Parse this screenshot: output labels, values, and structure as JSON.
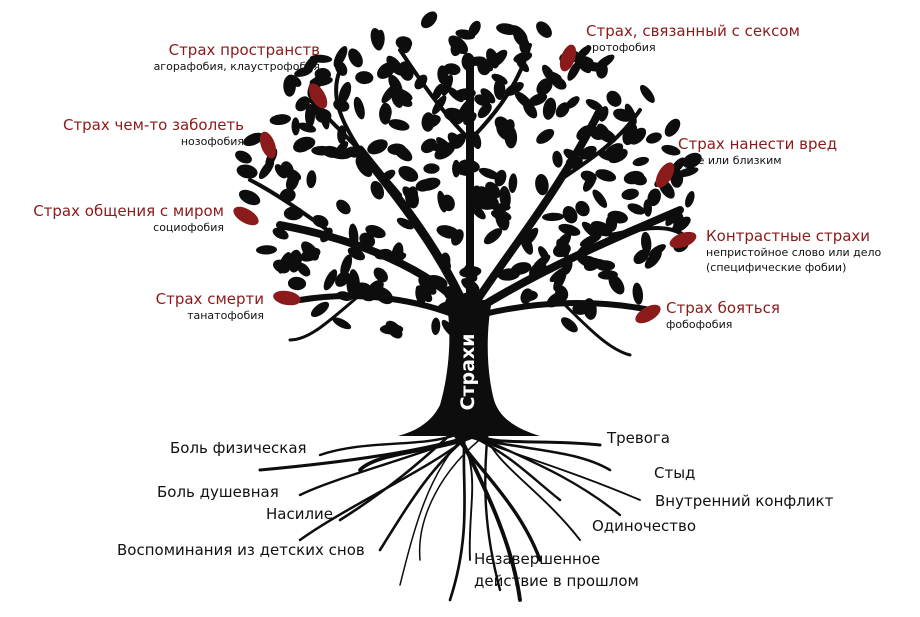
{
  "colors": {
    "foliage": "#0d0d0d",
    "accent": "#8b1a1a",
    "text": "#111111",
    "trunk_text": "#ffffff"
  },
  "trunk": {
    "label": "Страхи"
  },
  "fears": [
    {
      "id": "space",
      "title": "Страх пространств",
      "subtitle": "агорафобия, клаустрофобия"
    },
    {
      "id": "illness",
      "title": "Страх чем-то заболеть",
      "subtitle": "нозофобия"
    },
    {
      "id": "social",
      "title": "Страх общения с миром",
      "subtitle": "социофобия"
    },
    {
      "id": "death",
      "title": "Страх смерти",
      "subtitle": "танатофобия"
    },
    {
      "id": "sex",
      "title": "Страх, связанный с сексом",
      "subtitle": "эротофобия"
    },
    {
      "id": "harm",
      "title": "Страх нанести вред",
      "subtitle": "себе или близким"
    },
    {
      "id": "contrast",
      "title": "Контрастные страхи",
      "subtitle": "непристойное слово или дело",
      "subtitle2": "(специфические фобии)"
    },
    {
      "id": "fear",
      "title": "Страх бояться",
      "subtitle": "фобофобия"
    }
  ],
  "roots": [
    "Боль физическая",
    "Боль душевная",
    "Насилие",
    "Воспоминания из детских снов",
    "Незавершенное",
    "действие в прошлом",
    "Тревога",
    "Стыд",
    "Внутренний конфликт",
    "Одиночество"
  ]
}
